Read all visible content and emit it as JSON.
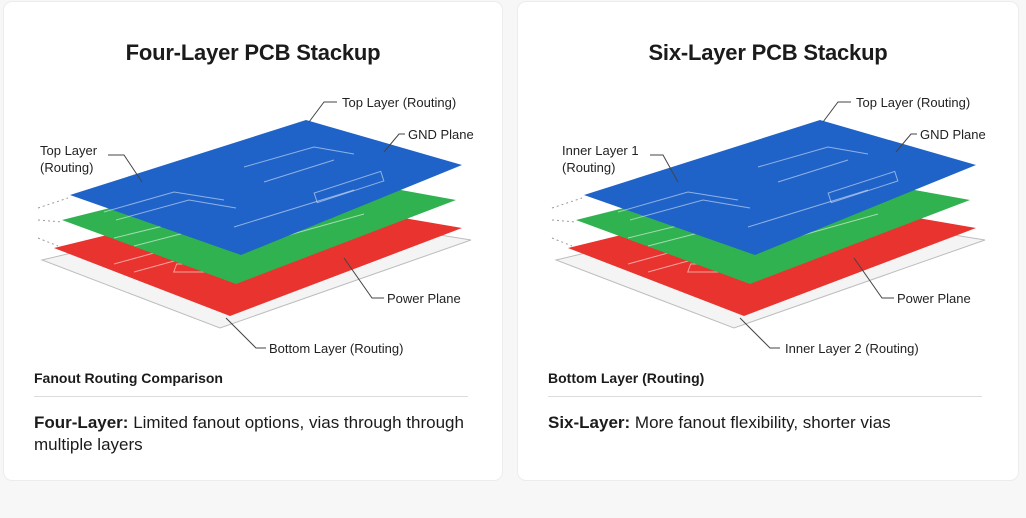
{
  "left": {
    "title": "Four-Layer PCB Stackup",
    "labels": {
      "top_right": "Top Layer (Routing)",
      "gnd": "GND Plane",
      "left_line1": "Top Layer",
      "left_line2": "(Routing)",
      "power": "Power Plane",
      "bottom": "Bottom Layer (Routing)"
    },
    "section_heading": "Fanout Routing Comparison",
    "desc_bold": "Four-Layer:",
    "desc_text": " Limited fanout options, vias through through multiple layers"
  },
  "right": {
    "title": "Six-Layer PCB Stackup",
    "labels": {
      "top_right": "Top Layer (Routing)",
      "gnd": "GND Plane",
      "left_line1": "Inner Layer 1",
      "left_line2": "(Routing)",
      "power": "Power Plane",
      "bottom": "Inner Layer 2 (Routing)"
    },
    "section_heading": "Bottom Layer (Routing)",
    "desc_bold": "Six-Layer:",
    "desc_text": " More fanout flexibility, shorter vias"
  },
  "colors": {
    "blue_layer": "#1f63c9",
    "green_layer": "#2fb24f",
    "red_layer": "#e8332e",
    "base_layer": "#f4f4f4"
  }
}
